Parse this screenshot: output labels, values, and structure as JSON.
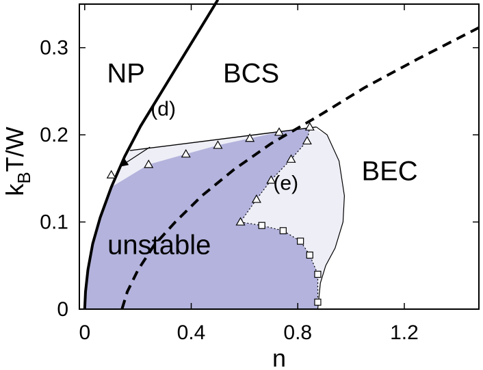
{
  "chart_data": {
    "type": "line",
    "xlabel": "n",
    "ylabel": "k_BT/W",
    "ylabel_parts": {
      "base": "k",
      "sub": "B",
      "rest": "T/W"
    },
    "xlim": [
      -0.02,
      1.48
    ],
    "ylim": [
      0,
      0.35
    ],
    "x_ticks": [
      {
        "value": 0,
        "label": "0"
      },
      {
        "value": 0.4,
        "label": "0.4"
      },
      {
        "value": 0.8,
        "label": "0.8"
      },
      {
        "value": 1.2,
        "label": "1.2"
      }
    ],
    "y_ticks": [
      {
        "value": 0,
        "label": "0"
      },
      {
        "value": 0.1,
        "label": "0.1"
      },
      {
        "value": 0.2,
        "label": "0.2"
      },
      {
        "value": 0.3,
        "label": "0.3"
      }
    ],
    "colors": {
      "unstable_fill": "#b3b3dd",
      "region_e_fill": "#eeeef7",
      "region_d_fill": "#eeeef7",
      "lines": "#000000"
    },
    "regions": [
      {
        "id": "unstable",
        "label": "unstable",
        "at": [
          0.28,
          0.063
        ]
      },
      {
        "id": "region-d",
        "label": "(d)",
        "at": [
          0.295,
          0.222
        ],
        "arrow_from": [
          0.245,
          0.186
        ],
        "arrow_to": [
          0.135,
          0.164
        ]
      },
      {
        "id": "region-e",
        "label": "(e)",
        "at": [
          0.755,
          0.137
        ]
      },
      {
        "id": "NP",
        "label": "NP",
        "at": [
          0.155,
          0.26
        ]
      },
      {
        "id": "BCS",
        "label": "BCS",
        "at": [
          0.625,
          0.26
        ]
      },
      {
        "id": "BEC",
        "label": "BEC",
        "at": [
          1.145,
          0.148
        ]
      }
    ],
    "series": [
      {
        "id": "NP-boundary",
        "style": "solid-thick",
        "x": [
          0,
          0.003,
          0.012,
          0.03,
          0.058,
          0.1,
          0.15,
          0.21,
          0.28,
          0.36,
          0.44,
          0.5
        ],
        "y": [
          0,
          0.02,
          0.045,
          0.075,
          0.105,
          0.14,
          0.175,
          0.21,
          0.245,
          0.285,
          0.325,
          0.355
        ]
      },
      {
        "id": "BCS-BEC-crossover",
        "style": "dashed",
        "x": [
          0.14,
          0.16,
          0.2,
          0.26,
          0.34,
          0.44,
          0.56,
          0.7,
          0.88,
          1.05,
          1.25,
          1.48
        ],
        "y": [
          0,
          0.02,
          0.045,
          0.073,
          0.1,
          0.13,
          0.16,
          0.19,
          0.222,
          0.254,
          0.287,
          0.323
        ]
      },
      {
        "id": "upper-phase-boundary",
        "style": "solid-thin",
        "x": [
          0.17,
          0.87
        ],
        "y": [
          0.182,
          0.209
        ]
      },
      {
        "id": "BEC-boundary",
        "style": "solid-thin",
        "x": [
          0.87,
          0.91,
          0.955,
          0.975,
          0.97,
          0.94,
          0.905,
          0.885,
          0.88,
          0.875
        ],
        "y": [
          0.209,
          0.2,
          0.17,
          0.13,
          0.1,
          0.07,
          0.05,
          0.03,
          0.015,
          0
        ]
      },
      {
        "id": "spinodal-triangles",
        "style": "markers-triangle",
        "x": [
          0.1,
          0.24,
          0.38,
          0.5,
          0.62,
          0.73,
          0.845,
          0.835,
          0.775,
          0.7,
          0.645,
          0.585
        ],
        "y": [
          0.154,
          0.166,
          0.178,
          0.188,
          0.196,
          0.203,
          0.209,
          0.193,
          0.172,
          0.148,
          0.126,
          0.1
        ]
      },
      {
        "id": "spinodal-squares",
        "style": "markers-square",
        "x": [
          0.665,
          0.745,
          0.81,
          0.845,
          0.875,
          0.875
        ],
        "y": [
          0.096,
          0.09,
          0.078,
          0.062,
          0.04,
          0.008
        ]
      }
    ]
  }
}
